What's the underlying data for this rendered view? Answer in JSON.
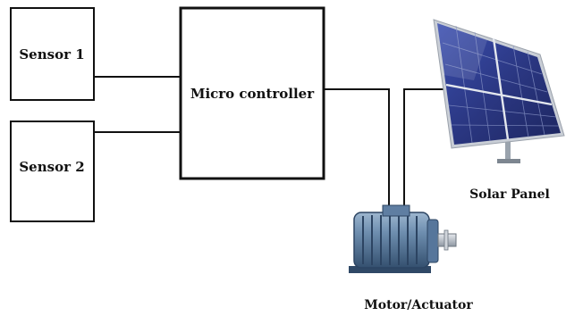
{
  "blocks": {
    "sensor1": "Sensor 1",
    "sensor2": "Sensor 2",
    "microcontroller": "Micro controller"
  },
  "devices": {
    "solar_panel": "Solar Panel",
    "motor": "Motor/Actuator"
  },
  "colors": {
    "line": "#111111",
    "panel_cell": "#2f3e8f",
    "panel_frame": "#c9ced6",
    "motor_body": "#4d6a8c",
    "motor_light": "#8fa9c4"
  }
}
